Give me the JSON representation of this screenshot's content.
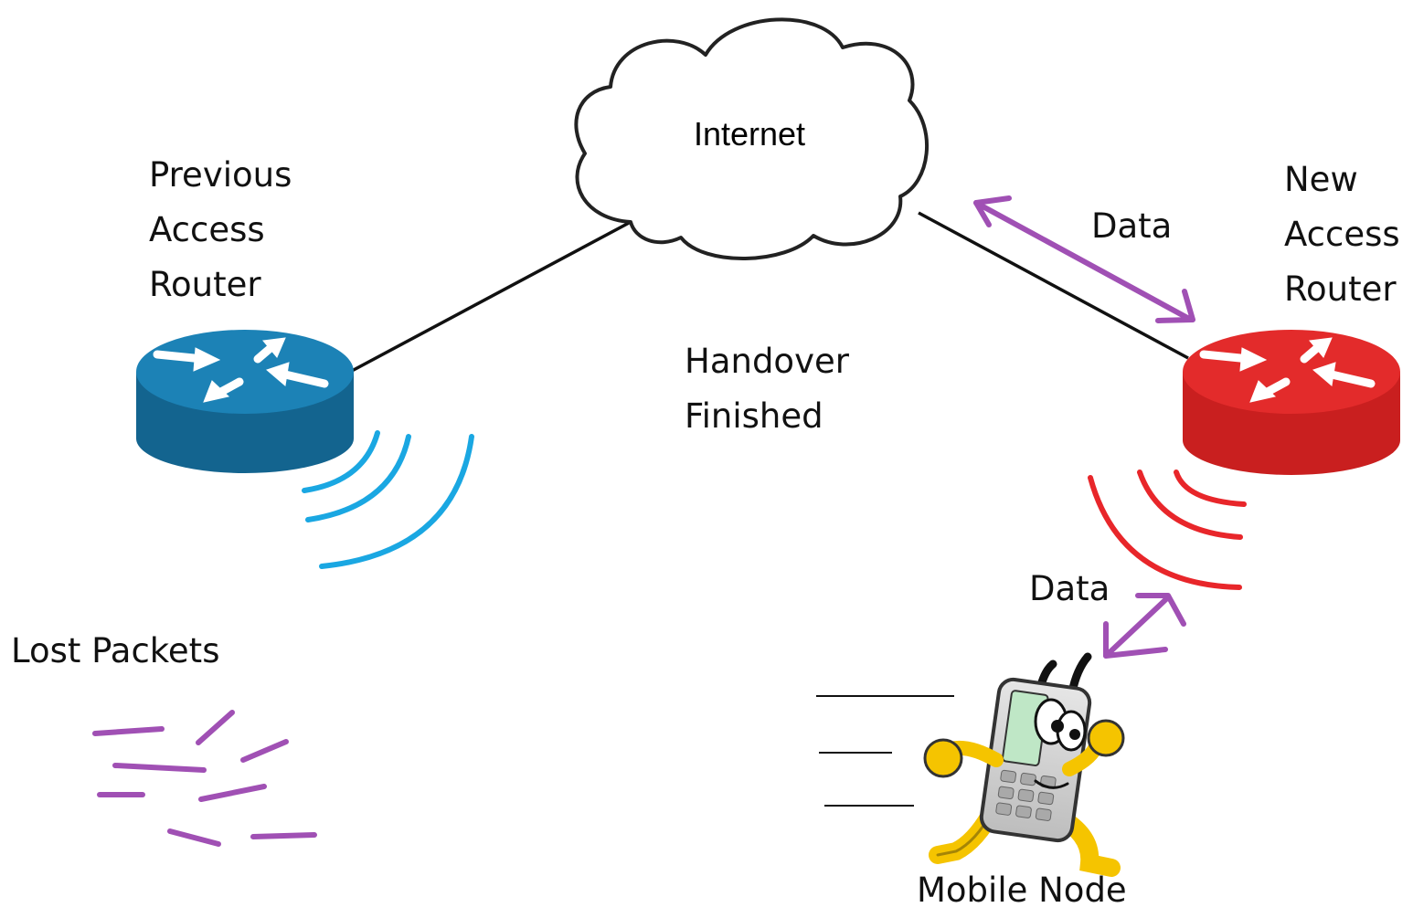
{
  "cloud": {
    "label": "Internet"
  },
  "previous_router": {
    "label_lines": [
      "Previous",
      "Access",
      "Router"
    ],
    "color": "#1c82b6"
  },
  "new_router": {
    "label_lines": [
      "New",
      "Access",
      "Router"
    ],
    "color": "#e32b2b"
  },
  "status": {
    "lines": [
      "Handover",
      "Finished"
    ]
  },
  "data_labels": {
    "router_link": "Data",
    "node_link": "Data"
  },
  "lost_packets": {
    "label": "Lost Packets",
    "color": "#a050b4"
  },
  "mobile_node": {
    "label": "Mobile Node"
  },
  "colors": {
    "arrow": "#a050b4",
    "wave_previous": "#1aa7e2",
    "wave_new": "#e8262a",
    "link": "#111111"
  }
}
